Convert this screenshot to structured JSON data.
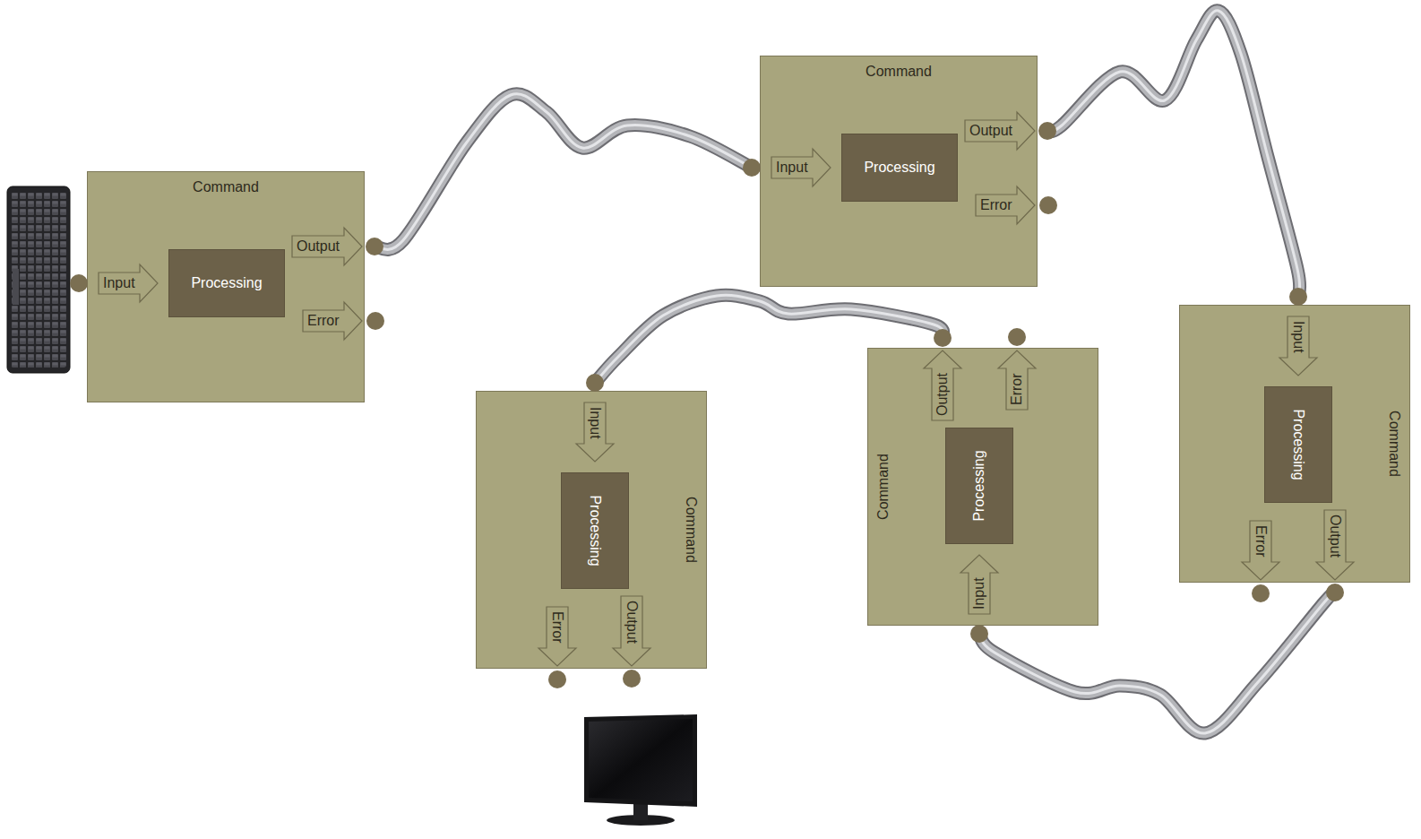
{
  "diagram": {
    "nodes": [
      {
        "text": [
          "Command"
        ]
      },
      {
        "text": [
          "Input"
        ],
        "in": 0
      },
      {
        "text": [
          "Processing"
        ],
        "in": 0
      },
      {
        "text": [
          "Output"
        ],
        "in": 0
      },
      {
        "text": [
          "Error"
        ],
        "in": 0
      },
      {
        "text": [
          "Command"
        ]
      },
      {
        "text": [
          "Input"
        ],
        "in": 5
      },
      {
        "text": [
          "Processing"
        ],
        "in": 5
      },
      {
        "text": [
          "Output"
        ],
        "in": 5
      },
      {
        "text": [
          "Error"
        ],
        "in": 5
      },
      {
        "text": [
          "Command"
        ]
      },
      {
        "text": [
          "Input"
        ],
        "in": 10
      },
      {
        "text": [
          "Processing"
        ],
        "in": 10
      },
      {
        "text": [
          "Output"
        ],
        "in": 10
      },
      {
        "text": [
          "Error"
        ],
        "in": 10
      },
      {
        "text": [
          "Command"
        ]
      },
      {
        "text": [
          "Input"
        ],
        "in": 15
      },
      {
        "text": [
          "Processing"
        ],
        "in": 15
      },
      {
        "text": [
          "Output"
        ],
        "in": 15
      },
      {
        "text": [
          "Error"
        ],
        "in": 15
      },
      {
        "text": [
          "Command"
        ]
      },
      {
        "text": [
          "Input"
        ],
        "in": 20
      },
      {
        "text": [
          "Processing"
        ],
        "in": 20
      },
      {
        "text": [
          "Output"
        ],
        "in": 20
      },
      {
        "text": [
          "Error"
        ],
        "in": 20
      }
    ],
    "edges": [
      {
        "from": 0,
        "to": 5,
        "arrow": "none"
      },
      {
        "from": 5,
        "to": 10,
        "arrow": "none"
      },
      {
        "from": 10,
        "to": 15,
        "arrow": "none"
      },
      {
        "from": 15,
        "to": 20,
        "arrow": "none"
      }
    ]
  }
}
